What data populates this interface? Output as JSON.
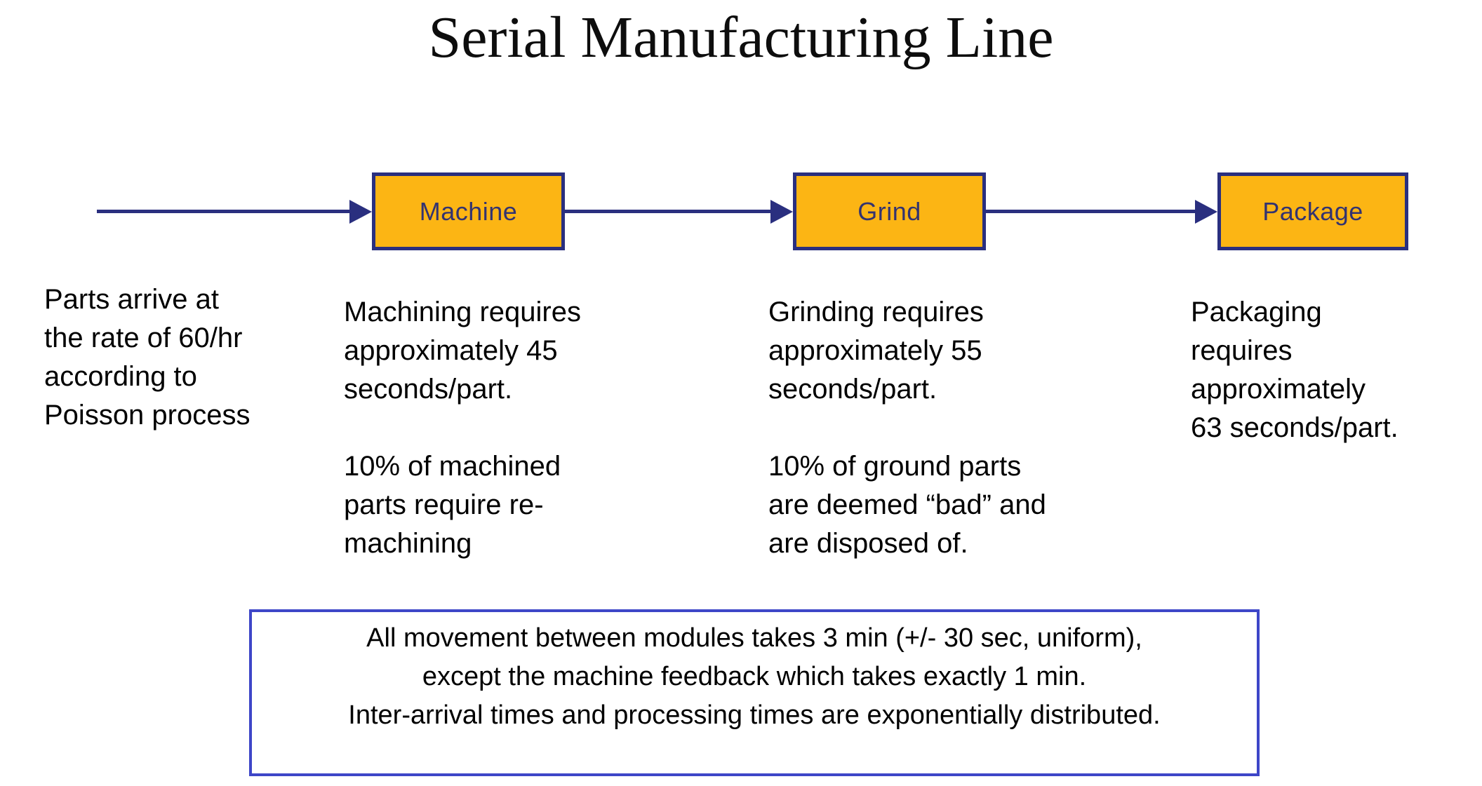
{
  "title": "Serial Manufacturing Line",
  "diagram": {
    "flow": [
      "input",
      "Machine",
      "Grind",
      "Package"
    ],
    "boxes": [
      {
        "label": "Machine"
      },
      {
        "label": "Grind"
      },
      {
        "label": "Package"
      }
    ],
    "arrival_note": {
      "text": "Parts arrive at the rate of 60/hr according to Poisson process",
      "lines": [
        "Parts arrive at",
        "the rate of 60/hr",
        "according to",
        "Poisson process"
      ]
    },
    "machine_notes": {
      "para1_lines": [
        "Machining requires",
        "approximately 45",
        "seconds/part."
      ],
      "para2_lines": [
        "10% of machined",
        "parts require re-",
        "machining"
      ]
    },
    "grind_notes": {
      "para1_lines": [
        "Grinding requires",
        "approximately 55",
        "seconds/part."
      ],
      "para2_lines": [
        "10% of ground parts",
        "are deemed “bad” and",
        "are disposed of."
      ]
    },
    "package_notes": {
      "para1_lines": [
        "Packaging",
        "requires",
        "approximately",
        "63 seconds/part."
      ]
    }
  },
  "note_box": {
    "lines": [
      "All movement between modules takes 3 min (+/- 30 sec, uniform),",
      "except the machine feedback which takes exactly 1 min.",
      "Inter-arrival times and processing times are exponentially distributed."
    ]
  },
  "colors": {
    "background": "#FFFFFF",
    "box_fill": "#FCB514",
    "box_border": "#2A2F7F",
    "box_label": "#333370",
    "arrow": "#2A2F7F",
    "note_box_border": "#3E46C8",
    "body_text": "#000000",
    "title_text": "#0D0D0D"
  }
}
